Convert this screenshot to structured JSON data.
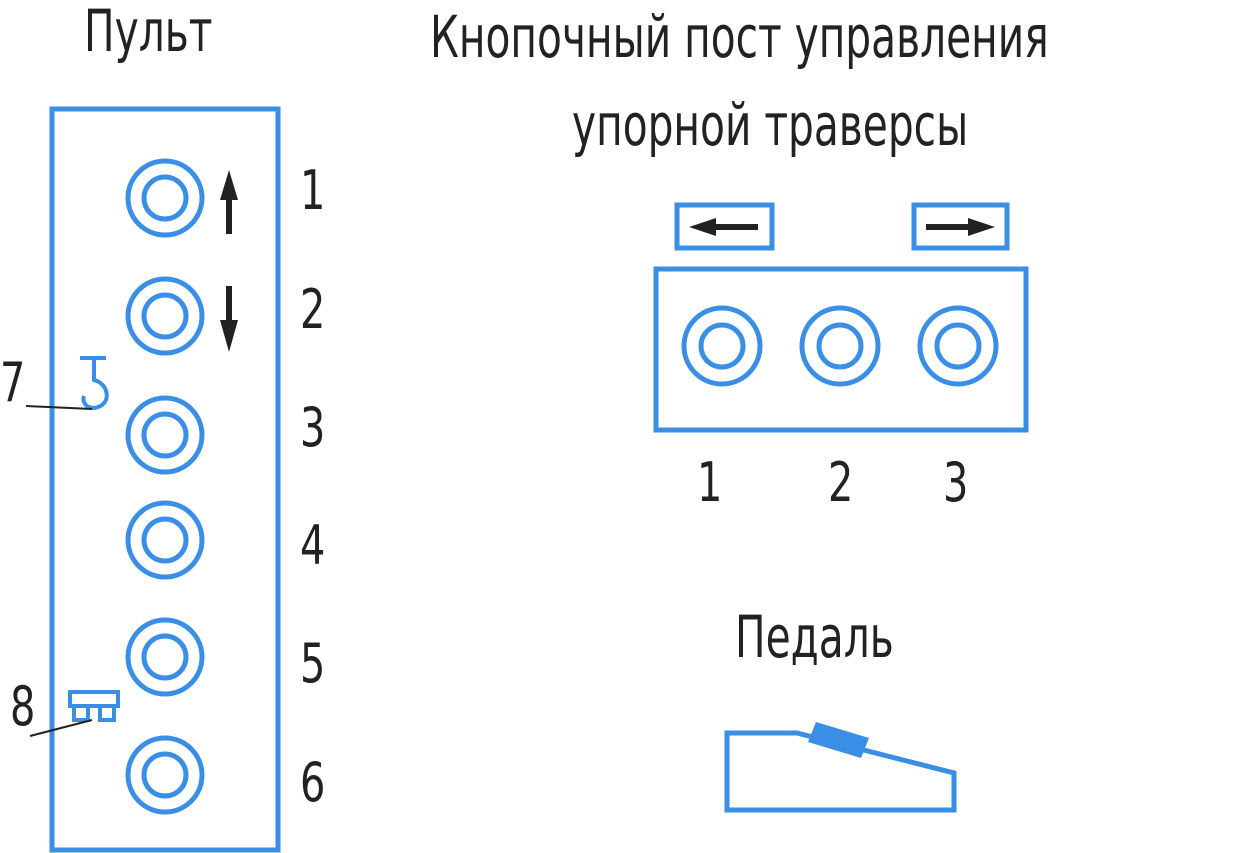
{
  "remote": {
    "title": "Пульт",
    "button_numbers": [
      "1",
      "2",
      "3",
      "4",
      "5",
      "6"
    ],
    "callouts": [
      "7",
      "8"
    ],
    "icons": [
      "arrow-up-icon",
      "arrow-down-icon",
      "hook-icon",
      "clamp-icon"
    ]
  },
  "traverse_panel": {
    "title_line1": "Кнопочный пост управления",
    "title_line2": "упорной траверсы",
    "button_numbers": [
      "1",
      "2",
      "3"
    ],
    "indicators": [
      "arrow-left-icon",
      "arrow-right-icon"
    ]
  },
  "pedal": {
    "title": "Педаль"
  },
  "colors": {
    "accent": "#3a8ee6",
    "text": "#222222"
  }
}
